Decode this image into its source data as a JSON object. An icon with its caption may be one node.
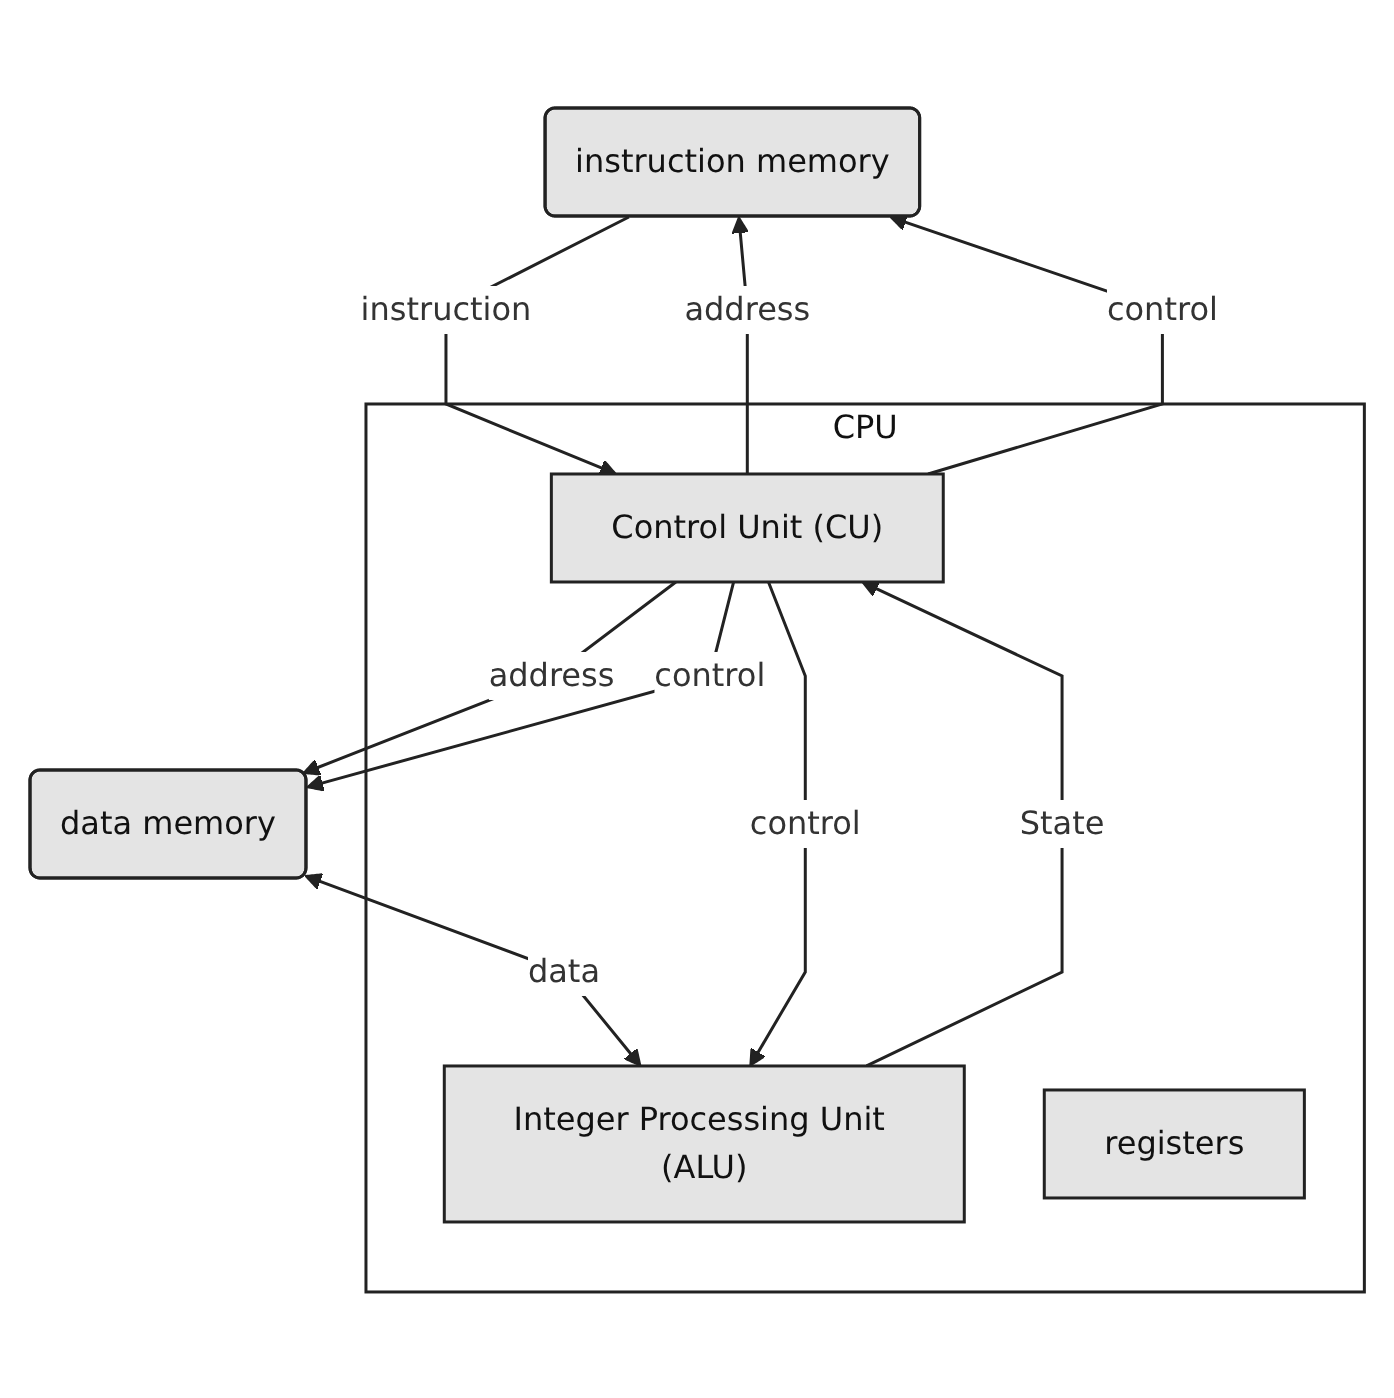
{
  "diagram": {
    "nodes": [
      {
        "text": [
          "instruction memory"
        ]
      },
      {
        "text": [
          "data memory"
        ]
      },
      {
        "text": [
          "CPU"
        ]
      },
      {
        "text": [
          "Control Unit (CU)"
        ],
        "in": 2
      },
      {
        "text": [
          "Integer Processing Unit (ALU)"
        ],
        "in": 2
      },
      {
        "text": [
          "registers"
        ],
        "in": 2
      }
    ],
    "edges": [
      {
        "from": 0,
        "to": 3,
        "arrow": "to",
        "label": "instruction"
      },
      {
        "from": 3,
        "to": 0,
        "arrow": "to",
        "label": "address"
      },
      {
        "from": 3,
        "to": 0,
        "arrow": "to",
        "label": "control"
      },
      {
        "from": 3,
        "to": 1,
        "arrow": "to",
        "label": "address"
      },
      {
        "from": 3,
        "to": 1,
        "arrow": "to",
        "label": "control"
      },
      {
        "from": 1,
        "to": 4,
        "arrow": "both",
        "label": "data"
      },
      {
        "from": 3,
        "to": 4,
        "arrow": "to",
        "label": "control"
      },
      {
        "from": 4,
        "to": 3,
        "arrow": "to",
        "label": "State"
      }
    ]
  }
}
